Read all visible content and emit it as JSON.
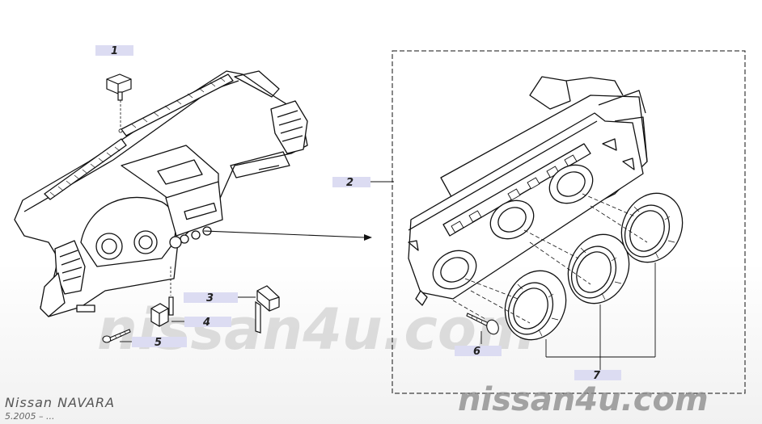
{
  "callouts": [
    {
      "number": "1"
    },
    {
      "number": "2"
    },
    {
      "number": "3"
    },
    {
      "number": "4"
    },
    {
      "number": "5"
    },
    {
      "number": "6"
    },
    {
      "number": "7"
    }
  ],
  "footer": {
    "model": "Nissan NAVARA",
    "date_range": "5.2005 – ..."
  },
  "watermarks": {
    "center": "nissan4u.com",
    "corner": "nissan4u.com"
  },
  "colors": {
    "line": "#111111",
    "label_box": "#dcdcf2",
    "watermark": "#b5b5b5",
    "watermark_corner": "#8e8e8e"
  }
}
